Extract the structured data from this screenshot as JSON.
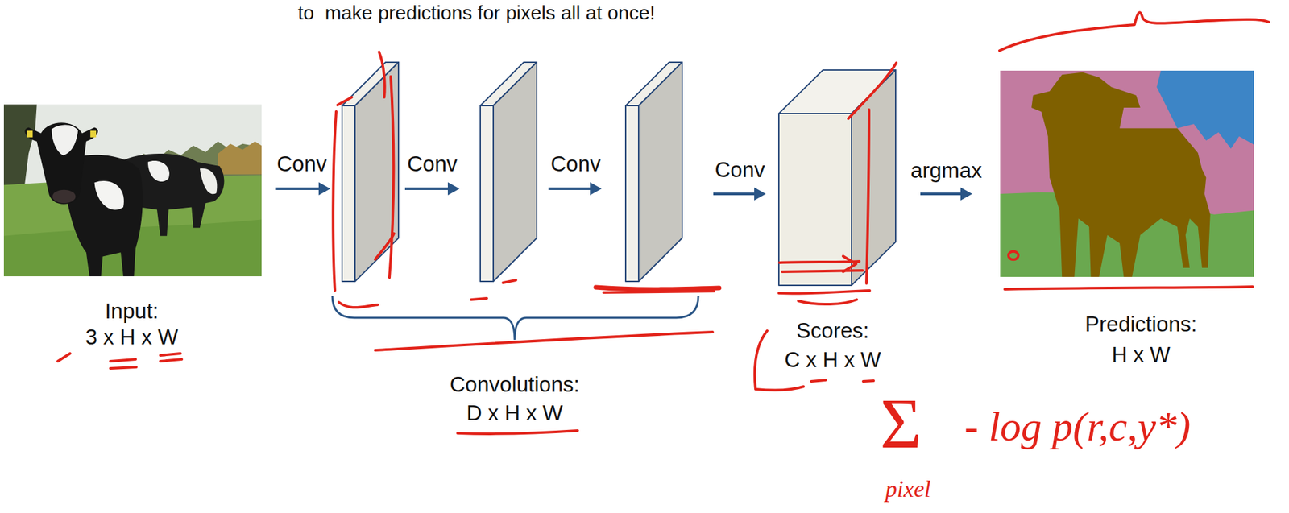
{
  "diagram": {
    "title": "to  make predictions for pixels all at once!",
    "nodes": [
      {
        "text": [
          "Input:",
          "3 x H x W"
        ]
      },
      {
        "text": [
          "Scores:",
          "C x H x W"
        ]
      },
      {
        "text": [
          "Predictions:",
          "H x W"
        ]
      }
    ],
    "edges": [
      {
        "from": 1,
        "to": 2,
        "arrow": "to",
        "label": "argmax"
      }
    ],
    "labels": [
      "Conv",
      "Conv",
      "Conv",
      "Conv",
      "Convolutions:",
      "D x H x W",
      "Σ",
      "- log p(r,c,y*)",
      "pixel"
    ]
  }
}
